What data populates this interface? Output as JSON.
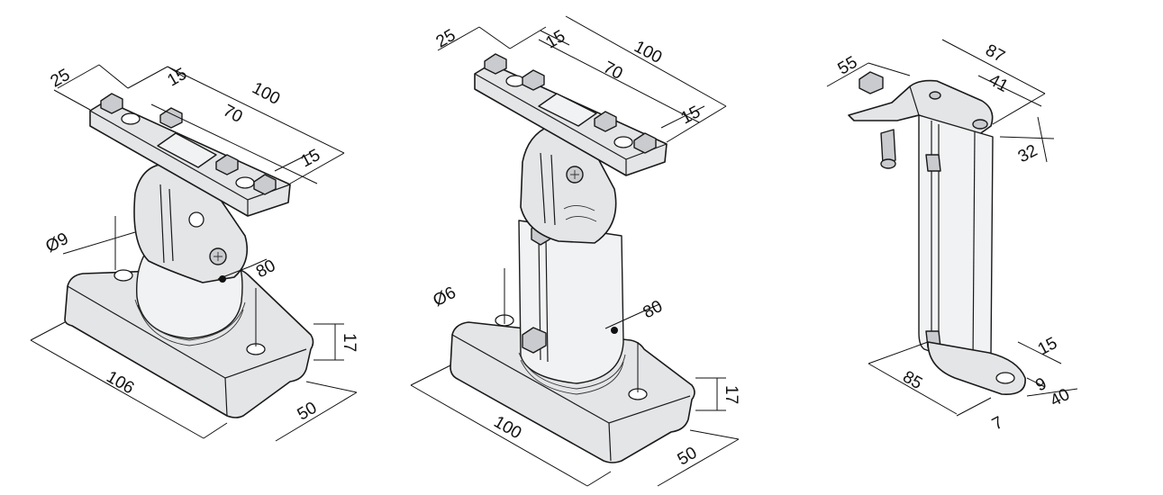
{
  "figures": [
    {
      "id": "bracket-106",
      "dimensions": {
        "d25": "25",
        "d15a": "15",
        "d100": "100",
        "d70": "70",
        "d15b": "15",
        "dia": "Ø9",
        "d80": "80",
        "d17": "17",
        "d106": "106",
        "d50": "50"
      }
    },
    {
      "id": "bracket-100",
      "dimensions": {
        "d25": "25",
        "d15a": "15",
        "d100": "100",
        "d70": "70",
        "d15b": "15",
        "dia": "Ø6",
        "d80": "80",
        "d17": "17",
        "d100b": "100",
        "d50": "50"
      }
    },
    {
      "id": "wall-bracket",
      "dimensions": {
        "d55": "55",
        "d87": "87",
        "d41": "41",
        "d32": "32",
        "d15": "15",
        "d85": "85",
        "d9": "9",
        "d40": "40",
        "d7": "7"
      }
    }
  ]
}
